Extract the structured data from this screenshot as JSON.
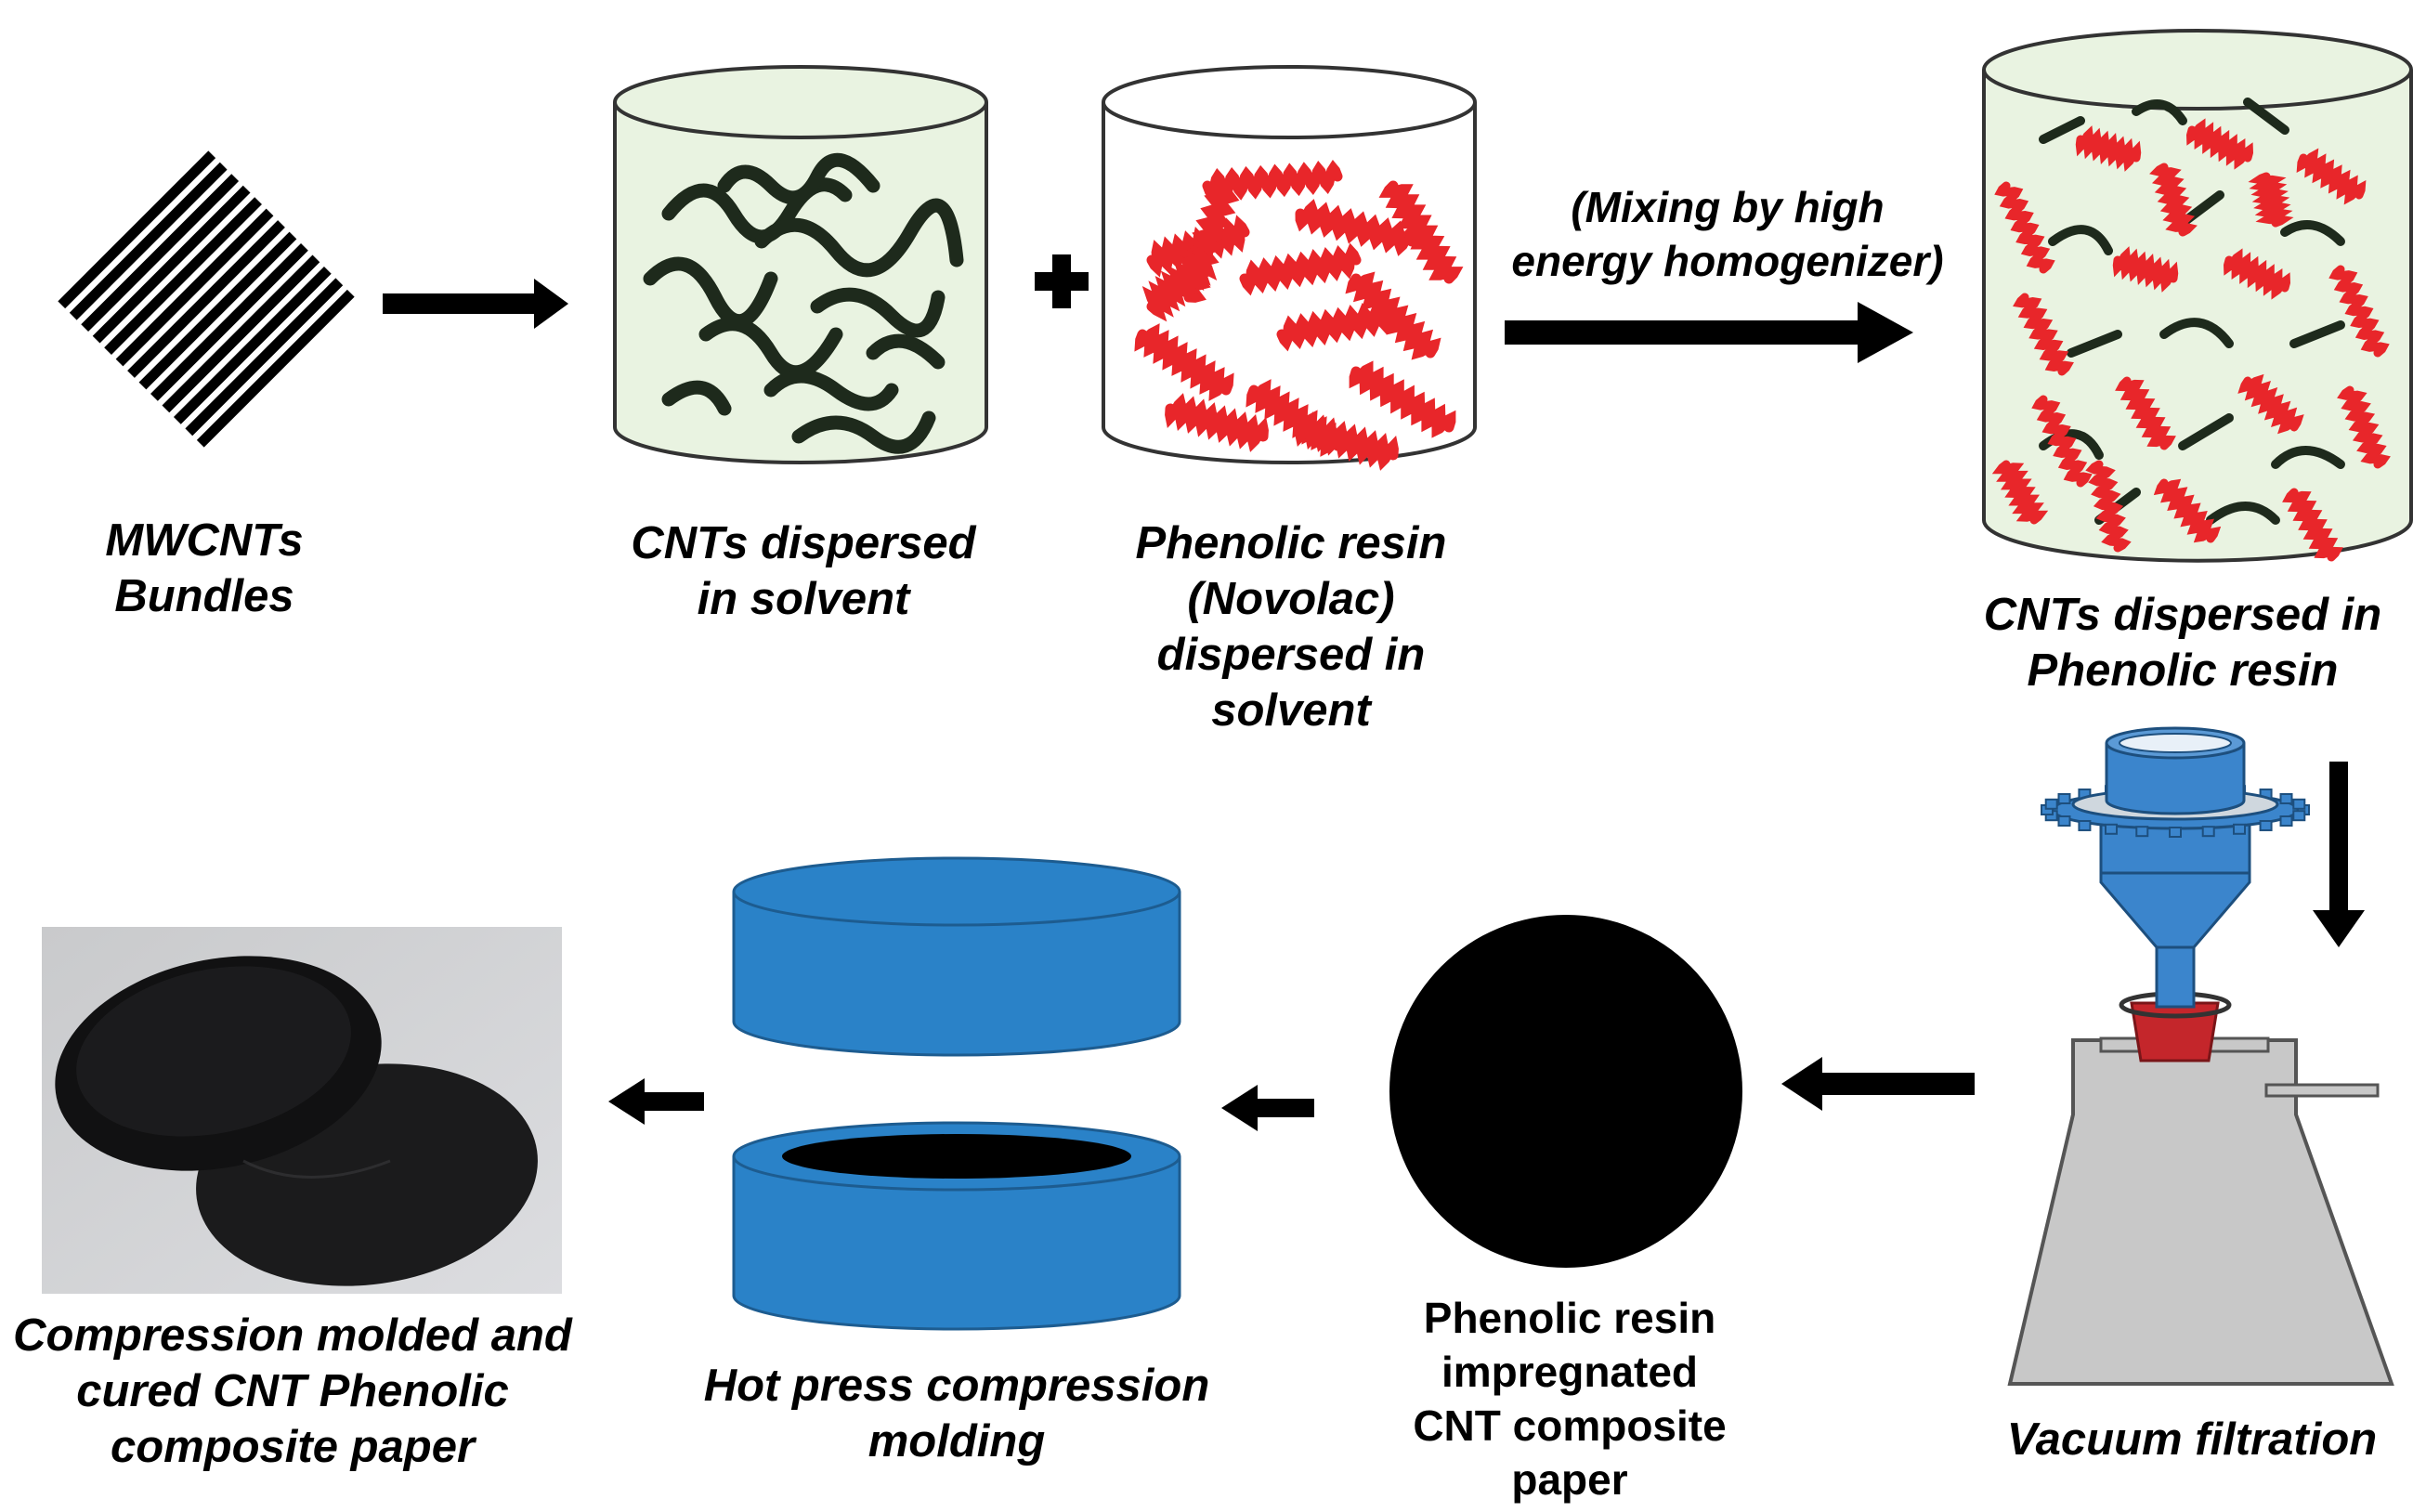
{
  "labels": {
    "mwcnts": [
      "MWCNTs",
      "Bundles"
    ],
    "cnts_solvent": [
      "CNTs dispersed",
      "in solvent"
    ],
    "phenolic_solvent": [
      "Phenolic resin",
      "(Novolac)",
      "dispersed in",
      "solvent"
    ],
    "mixing": [
      "(Mixing by high",
      "energy homogenizer)"
    ],
    "cnts_phenolic": [
      "CNTs dispersed in",
      "Phenolic resin"
    ],
    "vacuum": [
      "Vacuum filtration"
    ],
    "impregnated": [
      "Phenolic resin",
      "impregnated",
      "CNT composite",
      "paper"
    ],
    "hot_press": [
      "Hot press compression",
      "molding"
    ],
    "final": [
      "Compression molded and",
      "cured  CNT Phenolic",
      "composite paper"
    ]
  },
  "plus_sign": "+",
  "colors": {
    "cnt": "#1e2a1c",
    "resin": "#e8262a",
    "solvent_fill": "#e9f3e1",
    "press_blue": "#2a82c8",
    "funnel_blue": "#3b85cc",
    "flask_grey": "#c8c8c8",
    "stopper_red": "#c4262b",
    "photo_bg": "#cfd0d2"
  }
}
